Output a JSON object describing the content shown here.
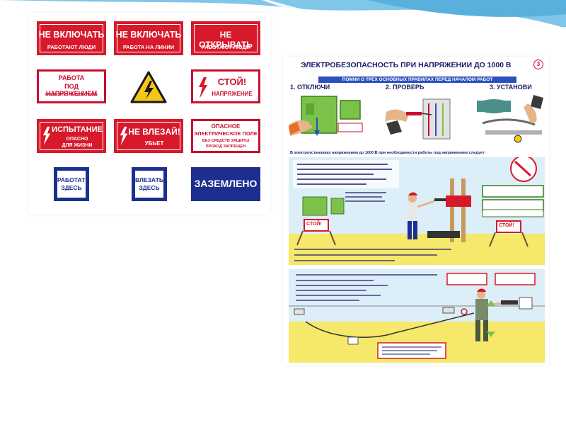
{
  "signs": {
    "row1": [
      {
        "line1": "НЕ ВКЛЮЧАТЬ",
        "line2": "РАБОТАЮТ ЛЮДИ"
      },
      {
        "line1": "НЕ ВКЛЮЧАТЬ",
        "line2": "РАБОТА НА ЛИНИИ"
      },
      {
        "line1": "НЕ ОТКРЫВАТЬ",
        "line2": "РАБОТАЮТ ЛЮДИ"
      }
    ],
    "row2_left": {
      "line1": "РАБОТА",
      "line2": "ПОД НАПРЯЖЕНИЕМ",
      "line3": "ПОВТОРНО НЕ ВКЛЮЧАТЬ"
    },
    "row2_right": {
      "line1": "СТОЙ!",
      "line2": "НАПРЯЖЕНИЕ"
    },
    "row3": [
      {
        "line1": "ИСПЫТАНИЕ",
        "line2": "ОПАСНО",
        "line3": "ДЛЯ ЖИЗНИ"
      },
      {
        "line1": "НЕ ВЛЕЗАЙ!",
        "line2": "УБЬЕТ"
      },
      {
        "line1": "ОПАСНОЕ",
        "line2": "ЭЛЕКТРИЧЕСКОЕ ПОЛЕ",
        "line3": "БЕЗ СРЕДСТВ ЗАЩИТЫ",
        "line4": "ПРОХОД ЗАПРЕЩЕН"
      }
    ],
    "row4": [
      {
        "line1": "РАБОТАТЬ",
        "line2": "ЗДЕСЬ"
      },
      {
        "line1": "ВЛЕЗАТЬ",
        "line2": "ЗДЕСЬ"
      },
      {
        "line1": "ЗАЗЕМЛЕНО"
      }
    ]
  },
  "poster": {
    "title": "ЭЛЕКТРОБЕЗОПАСНОСТЬ ПРИ НАПРЯЖЕНИИ ДО 1000 В",
    "number": "3",
    "banner": "ПОМНИ О ТРЕХ ОСНОВНЫХ ПРАВИЛАХ ПЕРЕД НАЧАЛОМ РАБОТ",
    "steps": [
      "1. ОТКЛЮЧИ",
      "2. ПРОВЕРЬ",
      "3. УСТАНОВИ"
    ],
    "section_text": "В электроустановках напряжением до 1000 В при необходимости работы под напряжением следует:",
    "stop_sign": "СТОЙ!"
  },
  "colors": {
    "sign_red": "#d7192b",
    "sign_blue": "#1d2f8e",
    "poster_title": "#1b1b6a",
    "banner_blue": "#2a52be",
    "scene_floor": "#f5e86a",
    "scene_wall": "#dceef8"
  }
}
